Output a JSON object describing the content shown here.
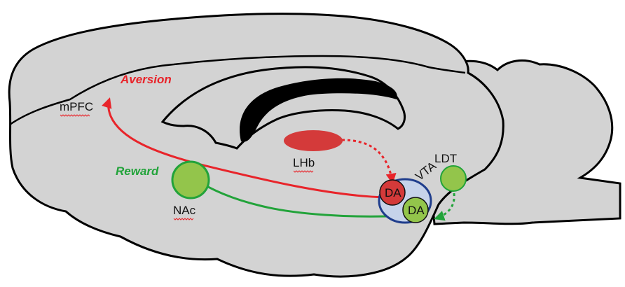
{
  "labels": {
    "aversion": "Aversion",
    "reward": "Reward",
    "mpfc": "mPFC",
    "lhb": "LHb",
    "ldt": "LDT",
    "vta": "VTA",
    "nac": "NAc",
    "da_top": "DA",
    "da_bottom": "DA"
  },
  "colors": {
    "brain_fill": "#d3d3d3",
    "outline": "#000000",
    "aversion_red": "#e8242a",
    "reward_green": "#22a33a",
    "region_red": "#d43a3a",
    "region_green": "#93c54b",
    "vta_blue": "#1f3d8c",
    "vta_fill": "#c6d3ea"
  }
}
